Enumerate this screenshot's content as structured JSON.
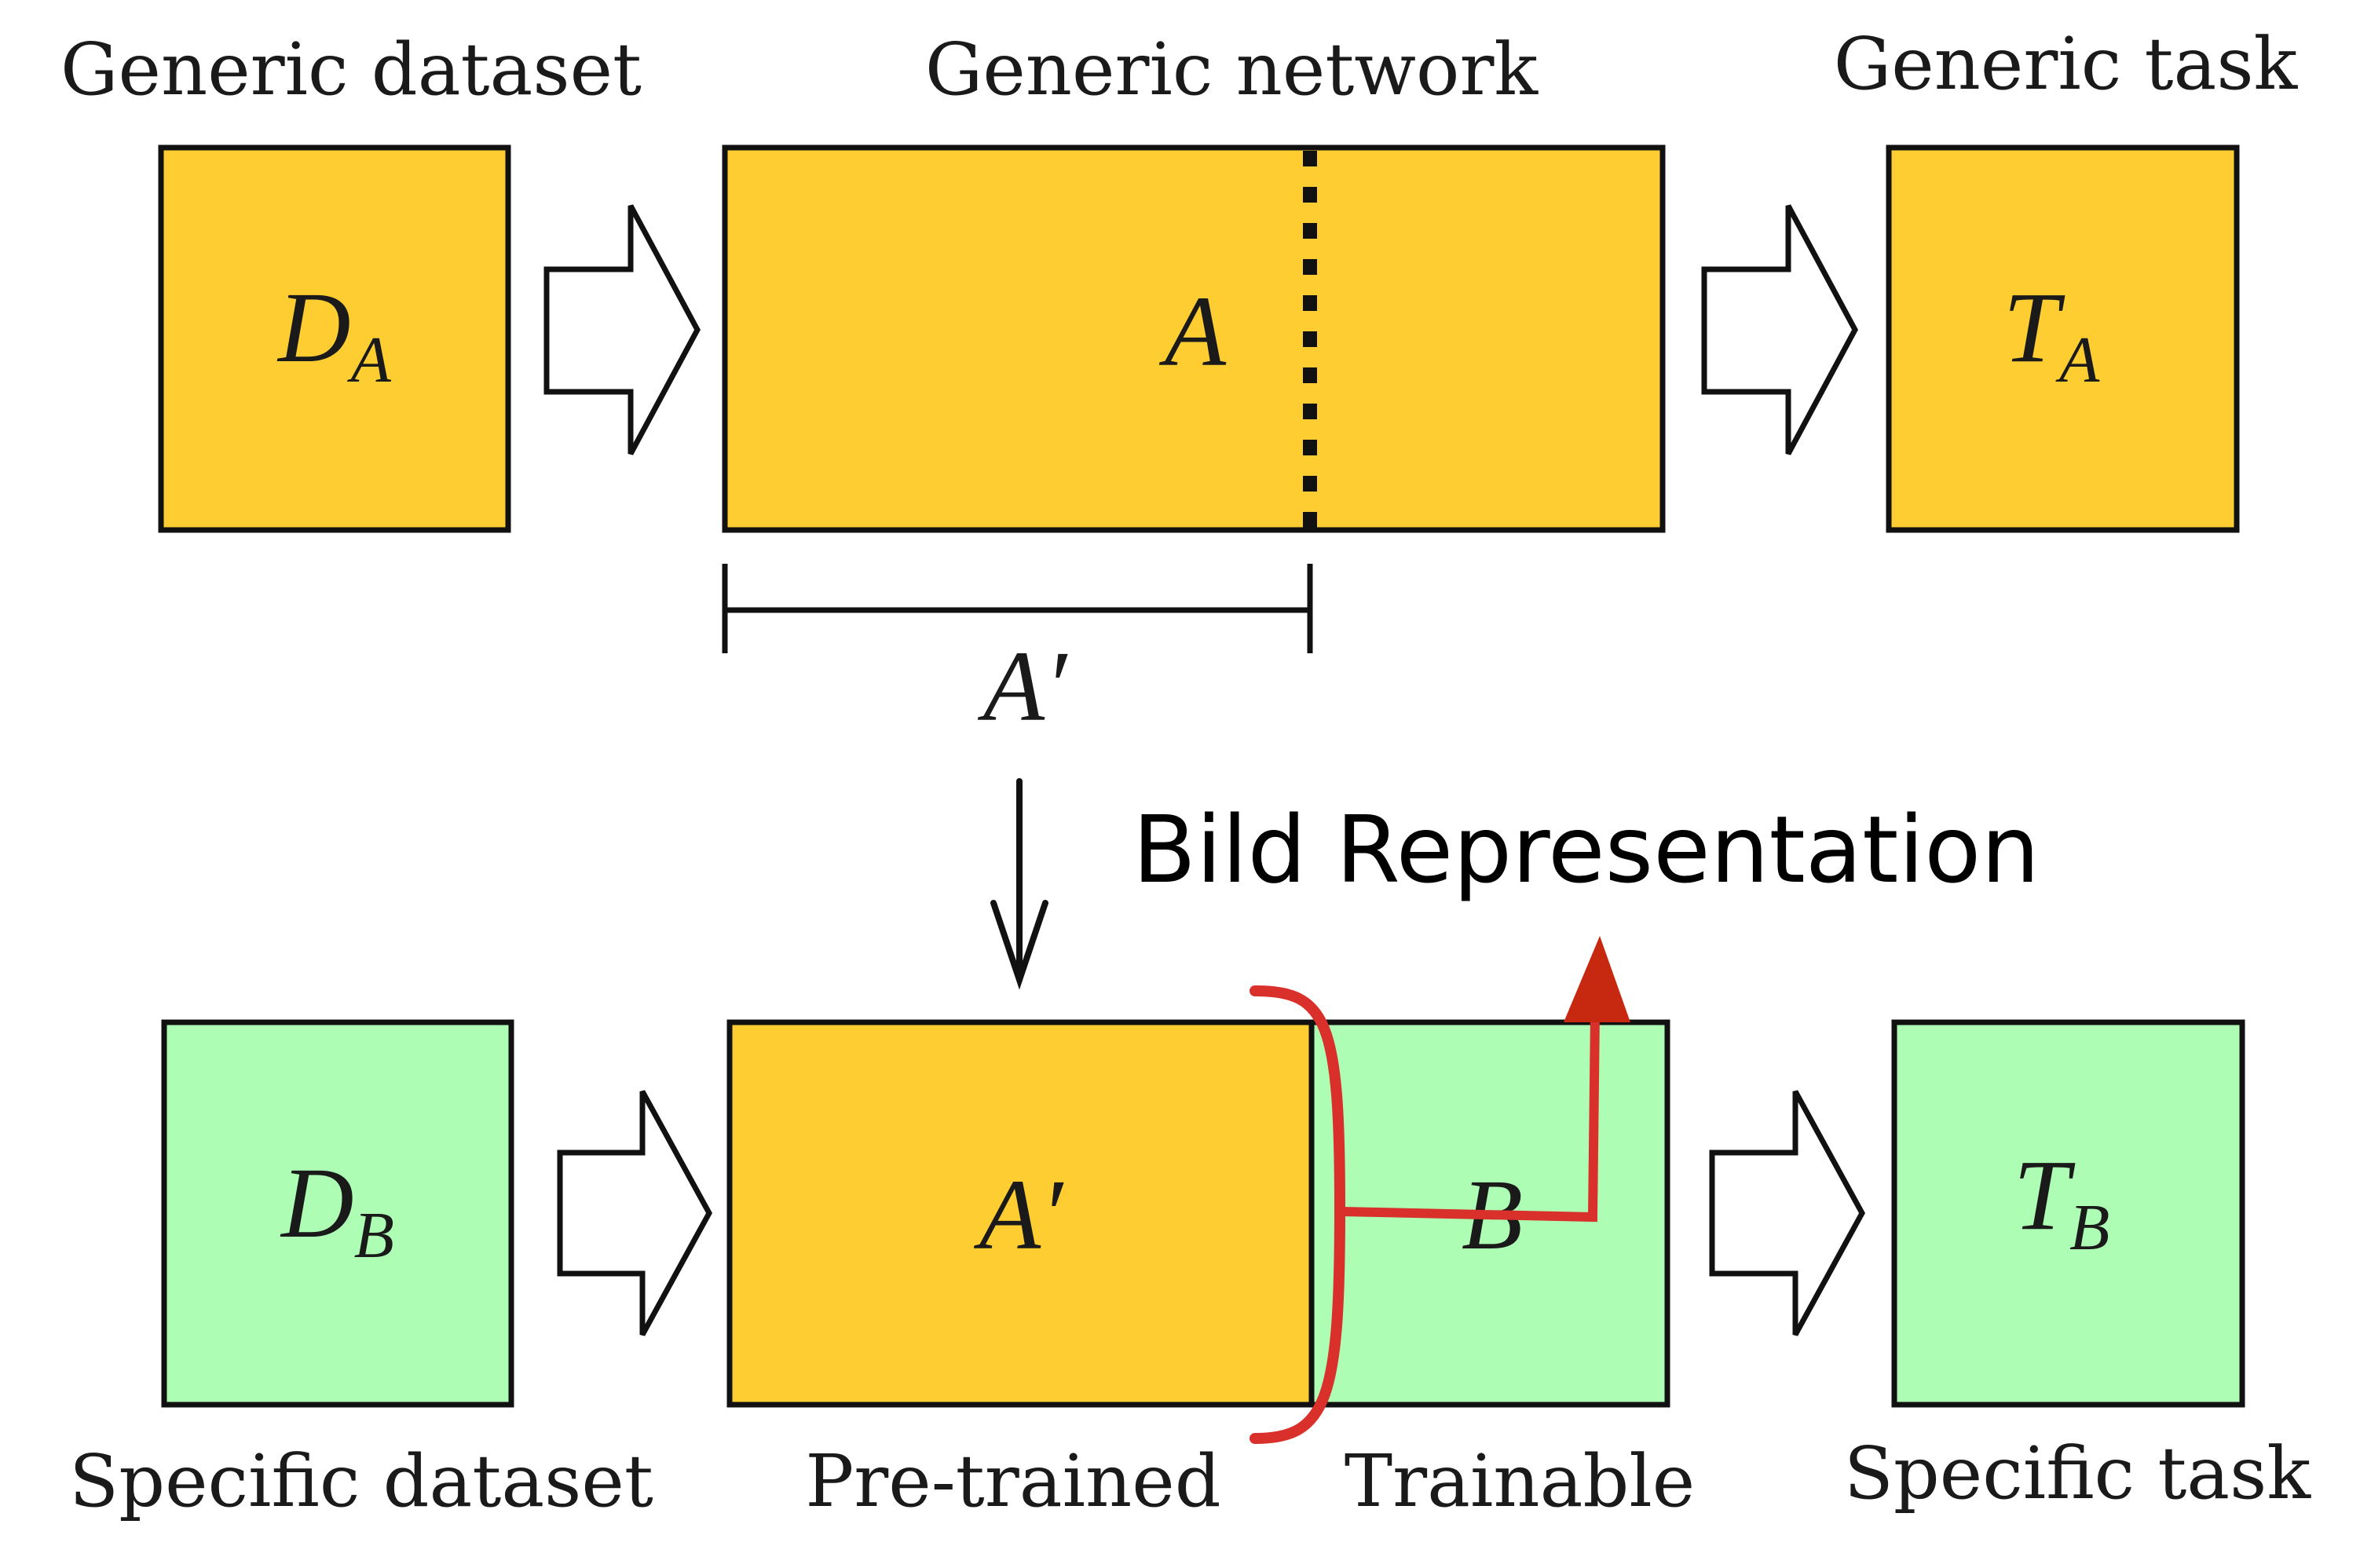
{
  "colors": {
    "generic": "#fdcd32",
    "specific": "#adfdb4",
    "stroke": "#111111",
    "annotation": "#d9302c",
    "annotation_arrow": "#c62810"
  },
  "top_row": {
    "dataset_caption": "Generic dataset",
    "network_caption": "Generic network",
    "task_caption": "Generic task",
    "dataset_symbol": {
      "base": "D",
      "sub": "A"
    },
    "network_symbol": "A",
    "task_symbol": {
      "base": "T",
      "sub": "A"
    },
    "span_label": "A′"
  },
  "bottom_row": {
    "dataset_caption": "Specific dataset",
    "pretrained_caption": "Pre-trained",
    "trainable_caption": "Trainable",
    "task_caption": "Specific task",
    "dataset_symbol": {
      "base": "D",
      "sub": "B"
    },
    "pretrained_symbol": "A′",
    "trainable_symbol": "B",
    "task_symbol": {
      "base": "T",
      "sub": "B"
    }
  },
  "annotation": {
    "label": "Bild Representation"
  },
  "icons": {
    "flow_arrow": "hollow-right-arrow-icon",
    "transfer_arrow": "down-arrow-icon",
    "annotation_arrow": "red-up-arrow-icon",
    "bracket": "red-bracket-icon"
  }
}
